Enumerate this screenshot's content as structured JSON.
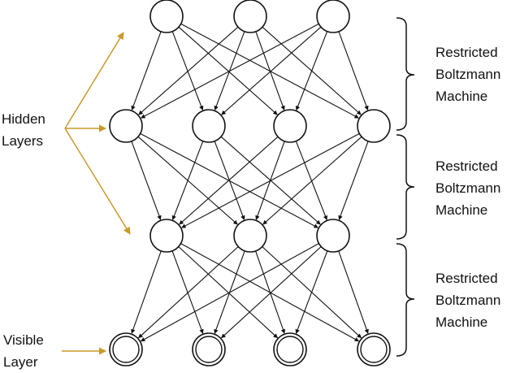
{
  "colors": {
    "pointer": "#c89a2a",
    "ink": "#111111"
  },
  "labels": {
    "hidden_line1": "Hidden",
    "hidden_line2": "Layers",
    "visible_line1": "Visible",
    "visible_line2": "Layer"
  },
  "rbm": [
    {
      "line1": "Restricted",
      "line2": "Boltzmann",
      "line3": "Machine"
    },
    {
      "line1": "Restricted",
      "line2": "Boltzmann",
      "line3": "Machine"
    },
    {
      "line1": "Restricted",
      "line2": "Boltzmann",
      "line3": "Machine"
    }
  ],
  "layers": [
    {
      "kind": "hidden",
      "units": 3
    },
    {
      "kind": "hidden",
      "units": 4
    },
    {
      "kind": "hidden",
      "units": 3
    },
    {
      "kind": "visible",
      "units": 4
    }
  ]
}
